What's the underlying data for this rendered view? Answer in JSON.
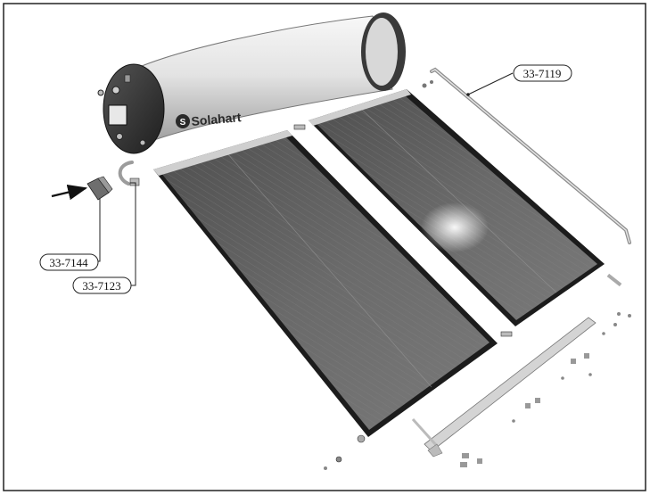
{
  "brand": {
    "logo_text": "Solahart"
  },
  "callouts": [
    {
      "id": "part-33-7119",
      "label": "33-7119"
    },
    {
      "id": "part-33-7144",
      "label": "33-7144"
    },
    {
      "id": "part-33-7123",
      "label": "33-7123"
    }
  ],
  "colors": {
    "frame": "#1a1a1a",
    "panel_glass": "#5c5c5c",
    "tank_body": "#e6e6e6",
    "tank_cap": "#2e2e2e"
  }
}
